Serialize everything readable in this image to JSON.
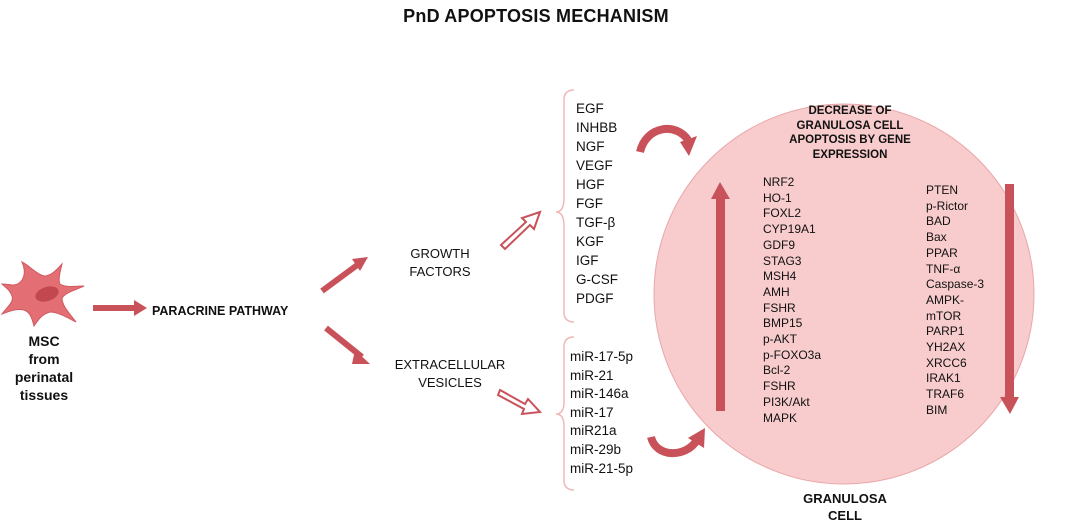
{
  "title": "PnD APOPTOSIS MECHANISM",
  "msc_label": [
    "MSC",
    "from",
    "perinatal",
    "tissues"
  ],
  "paracrine_label": "PARACRINE PATHWAY",
  "growth_factors_label": [
    "GROWTH",
    "FACTORS"
  ],
  "vesicles_label": [
    "EXTRACELLULAR",
    "VESICLES"
  ],
  "growth_factors": [
    "EGF",
    "INHBB",
    "NGF",
    "VEGF",
    "HGF",
    "FGF",
    "TGF-β",
    "KGF",
    "IGF",
    "G-CSF",
    "PDGF"
  ],
  "mirnas": [
    "miR-17-5p",
    "miR-21",
    "miR-146a",
    "miR-17",
    "miR21a",
    "miR-29b",
    "miR-21-5p"
  ],
  "decrease_label": [
    "DECREASE OF",
    "GRANULOSA CELL",
    "APOPTOSIS BY GENE",
    "EXPRESSION"
  ],
  "upregulated_genes": [
    "NRF2",
    "HO-1",
    "FOXL2",
    "CYP19A1",
    "GDF9",
    "STAG3",
    "MSH4",
    "AMH",
    "FSHR",
    "BMP15",
    "p-AKT",
    "p-FOXO3a",
    "Bcl-2",
    "FSHR",
    "PI3K/Akt",
    "MAPK"
  ],
  "downregulated_genes": [
    "PTEN",
    "p-Rictor",
    "BAD",
    "Bax",
    "PPAR",
    "TNF-α",
    "Caspase-3",
    "AMPK-",
    "mTOR",
    "PARP1",
    "YH2AX",
    "XRCC6",
    "IRAK1",
    "TRAF6",
    "BIM"
  ],
  "granulosa_label": [
    "GRANULOSA",
    "CELL"
  ],
  "colors": {
    "arrow": "#c9525a",
    "circle": "#f8cccd",
    "cell": "#e36f74",
    "nucleus": "#c2474e",
    "brace": "#f0b8b8"
  }
}
